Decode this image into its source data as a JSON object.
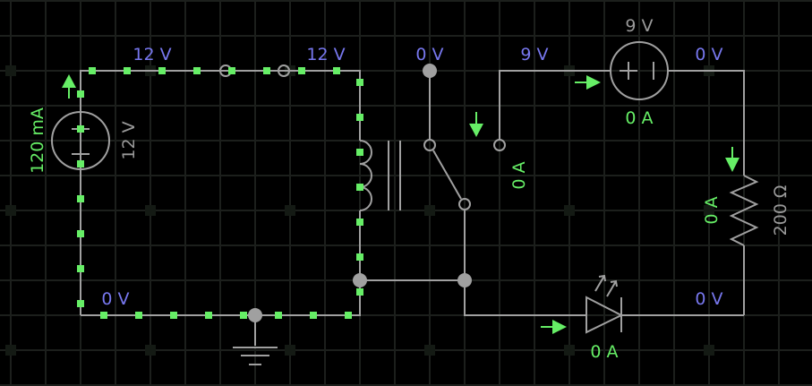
{
  "app": {
    "type": "circuit-simulator",
    "background": "#000000"
  },
  "colors": {
    "grid": "#1c1f1c",
    "wire": "#a0a0a0",
    "voltage_label": "#7777ee",
    "current": "#66ee66",
    "component_value": "#999999",
    "node": "#a0a0a0"
  },
  "labels": {
    "top_left_voltage": "12 V",
    "top_mid_voltage": "12 V",
    "switch_common_voltage": "0 V",
    "wire_top_right_voltage": "9 V",
    "far_right_top_voltage": "0 V",
    "far_right_bottom_voltage": "0 V",
    "bottom_left_voltage": "0 V"
  },
  "components": {
    "current_source": {
      "current": "120 mA",
      "voltage": "12 V"
    },
    "battery": {
      "voltage": "9 V",
      "current": "0 A"
    },
    "relay_switch": {
      "current": "0 A"
    },
    "resistor": {
      "resistance": "200 Ω",
      "current": "0 A"
    },
    "led": {
      "current": "0 A"
    },
    "ground": {
      "name": "ground"
    }
  }
}
